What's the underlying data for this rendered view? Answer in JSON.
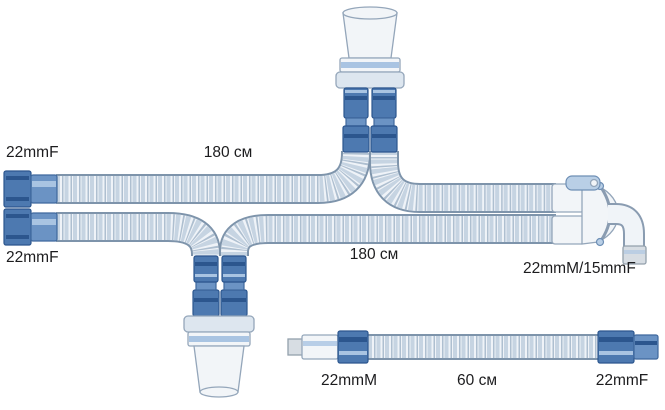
{
  "figure": {
    "title": "breathing-circuit-diagram",
    "labels": {
      "limb1_machine_end": "22mmF",
      "limb1_length": "180 см",
      "limb2_machine_end": "22mmF",
      "limb2_length": "180 см",
      "patient_elbow": "22mmM/15mmF",
      "extension_machine_end": "22mmM",
      "extension_length": "60 см",
      "extension_patient_end": "22mmF"
    },
    "colors": {
      "connector_blue": "#4d79b0",
      "connector_blue_dark": "#2c568e",
      "connector_blue_light": "#a9c4e2",
      "tube_body": "#eff3f8",
      "tube_edge": "#7e94ab",
      "white_part": "#f2f5f8",
      "outline": "#94a6ba",
      "text": "#1c1c1e"
    }
  }
}
